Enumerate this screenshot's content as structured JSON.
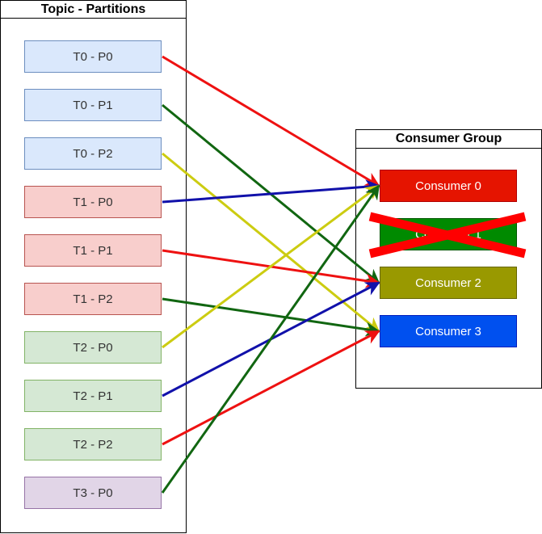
{
  "topic_group": {
    "title": "Topic - Partitions",
    "partitions": [
      {
        "id": "t0p0",
        "label": "T0 - P0",
        "fill": "#dae8fc",
        "stroke": "#6c8ebf"
      },
      {
        "id": "t0p1",
        "label": "T0 - P1",
        "fill": "#dae8fc",
        "stroke": "#6c8ebf"
      },
      {
        "id": "t0p2",
        "label": "T0 - P2",
        "fill": "#dae8fc",
        "stroke": "#6c8ebf"
      },
      {
        "id": "t1p0",
        "label": "T1 - P0",
        "fill": "#f8cecc",
        "stroke": "#b85450"
      },
      {
        "id": "t1p1",
        "label": "T1 - P1",
        "fill": "#f8cecc",
        "stroke": "#b85450"
      },
      {
        "id": "t1p2",
        "label": "T1 - P2",
        "fill": "#f8cecc",
        "stroke": "#b85450"
      },
      {
        "id": "t2p0",
        "label": "T2 - P0",
        "fill": "#d5e8d4",
        "stroke": "#82b366"
      },
      {
        "id": "t2p1",
        "label": "T2 - P1",
        "fill": "#d5e8d4",
        "stroke": "#82b366"
      },
      {
        "id": "t2p2",
        "label": "T2 - P2",
        "fill": "#d5e8d4",
        "stroke": "#82b366"
      },
      {
        "id": "t3p0",
        "label": "T3 - P0",
        "fill": "#e1d5e7",
        "stroke": "#9673a6"
      }
    ]
  },
  "consumer_group": {
    "title": "Consumer Group",
    "consumers": [
      {
        "id": "c0",
        "label": "Consumer 0",
        "fill": "#e51400",
        "stroke": "#b20000",
        "text_color": "#ffffff",
        "removed": false
      },
      {
        "id": "c1",
        "label": "Consumer 1",
        "fill": "#008a00",
        "stroke": "#005700",
        "text_color": "#ffffff",
        "removed": true
      },
      {
        "id": "c2",
        "label": "Consumer 2",
        "fill": "#999900",
        "stroke": "#666600",
        "text_color": "#ffffff",
        "removed": false
      },
      {
        "id": "c3",
        "label": "Consumer 3",
        "fill": "#0050ef",
        "stroke": "#001dbc",
        "text_color": "#ffffff",
        "removed": false
      }
    ]
  },
  "removed_mark_color": "#ff0000",
  "edges": [
    {
      "from": "t0p0",
      "to": "c0",
      "color": "#ee1111"
    },
    {
      "from": "t0p1",
      "to": "c2",
      "color": "#116611"
    },
    {
      "from": "t0p2",
      "to": "c3",
      "color": "#cccc11"
    },
    {
      "from": "t1p0",
      "to": "c0",
      "color": "#1111aa"
    },
    {
      "from": "t1p1",
      "to": "c2",
      "color": "#ee1111"
    },
    {
      "from": "t1p2",
      "to": "c3",
      "color": "#116611"
    },
    {
      "from": "t2p0",
      "to": "c0",
      "color": "#cccc11"
    },
    {
      "from": "t2p1",
      "to": "c2",
      "color": "#1111aa"
    },
    {
      "from": "t2p2",
      "to": "c3",
      "color": "#ee1111"
    },
    {
      "from": "t3p0",
      "to": "c0",
      "color": "#116611"
    }
  ]
}
